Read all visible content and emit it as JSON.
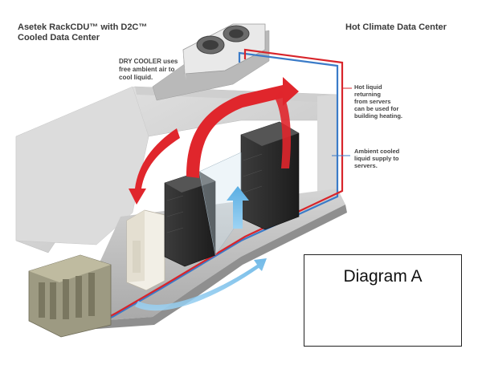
{
  "title": {
    "line1": "Asetek RackCDU™ with D2C™",
    "line2": "Cooled Data Center"
  },
  "subtitle_right": "Hot Climate Data Center",
  "annotations": {
    "dry_cooler": [
      "DRY COOLER uses",
      "free ambient air to",
      "cool liquid."
    ],
    "hot_liquid": [
      "Hot liquid",
      "returning",
      "from servers",
      "can be used for",
      "building heating."
    ],
    "ambient_supply": [
      "Ambient cooled",
      "liquid supply to",
      "servers."
    ]
  },
  "box_label": "Diagram A",
  "colors": {
    "hot_pipe": "#d8252b",
    "cold_pipe": "#3b7bc8",
    "hot_air": "#e0262c",
    "cold_air": "#6fb8e6"
  }
}
